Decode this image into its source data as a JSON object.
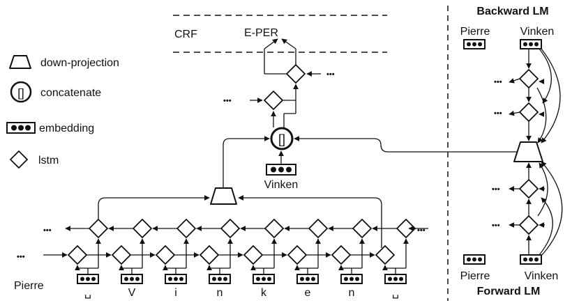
{
  "legend": {
    "down_projection": "down-projection",
    "concatenate": "concatenate",
    "embedding": "embedding",
    "lstm": "lstm",
    "concat_symbol": "[]"
  },
  "crf": {
    "label": "CRF",
    "output_tag": "E-PER"
  },
  "dots": "•••",
  "word_embedding_label": "Vinken",
  "char_row": {
    "word_label": "Pierre",
    "chars": [
      "␣",
      "V",
      "i",
      "n",
      "k",
      "e",
      "n",
      "␣"
    ]
  },
  "backward_lm": {
    "title": "Backward LM",
    "words": [
      "Pierre",
      "Vinken"
    ]
  },
  "forward_lm": {
    "title": "Forward LM",
    "words": [
      "Pierre",
      "Vinken"
    ]
  },
  "colors": {
    "stroke": "#111111",
    "background": "#ffffff"
  }
}
